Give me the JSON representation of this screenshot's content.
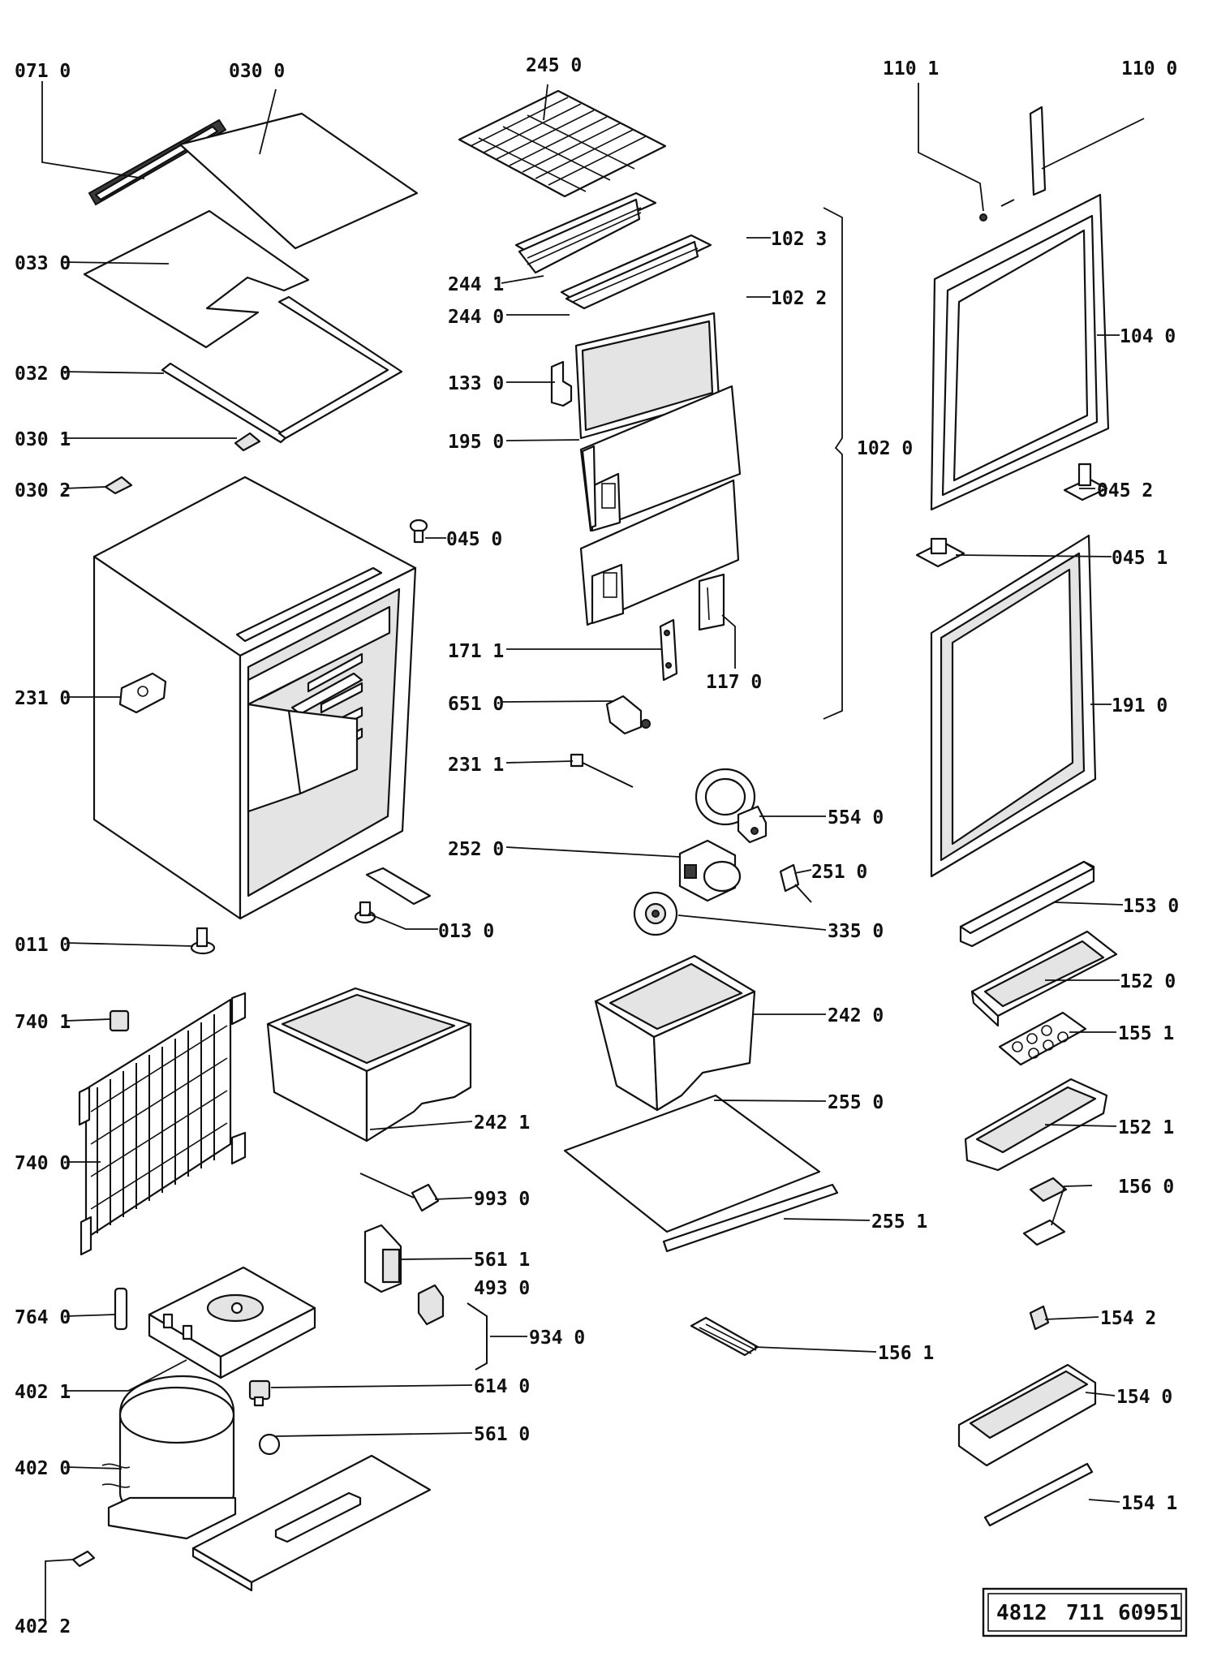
{
  "document_number": {
    "a": "4812",
    "b": "711",
    "c": "60951"
  },
  "labels": [
    "071 0",
    "030  0",
    "245 0",
    "110 1",
    "110 0",
    "033 0",
    "102 3",
    "244 1",
    "244  0",
    "102 2",
    "104 0",
    "032 0",
    "133  0",
    "195  0",
    "102 0",
    "030 1",
    "030 2",
    "045 2",
    "045 0",
    "045 1",
    "171 1",
    "117  0",
    "231 0",
    "651 0",
    "191 0",
    "231 1",
    "554 0",
    "252 0",
    "251 0",
    "011 0",
    "013  0",
    "335 0",
    "153 0",
    "152 0",
    "740  1",
    "242 0",
    "155 1",
    "242 1",
    "255 0",
    "152 1",
    "740 0",
    "993 0",
    "255 1",
    "156 0",
    "561 1",
    "493 0",
    "764 0",
    "934 0",
    "154 2",
    "156 1",
    "402 1",
    "614 0",
    "154 0",
    "561 0",
    "402 0",
    "154  1",
    "402 2"
  ]
}
